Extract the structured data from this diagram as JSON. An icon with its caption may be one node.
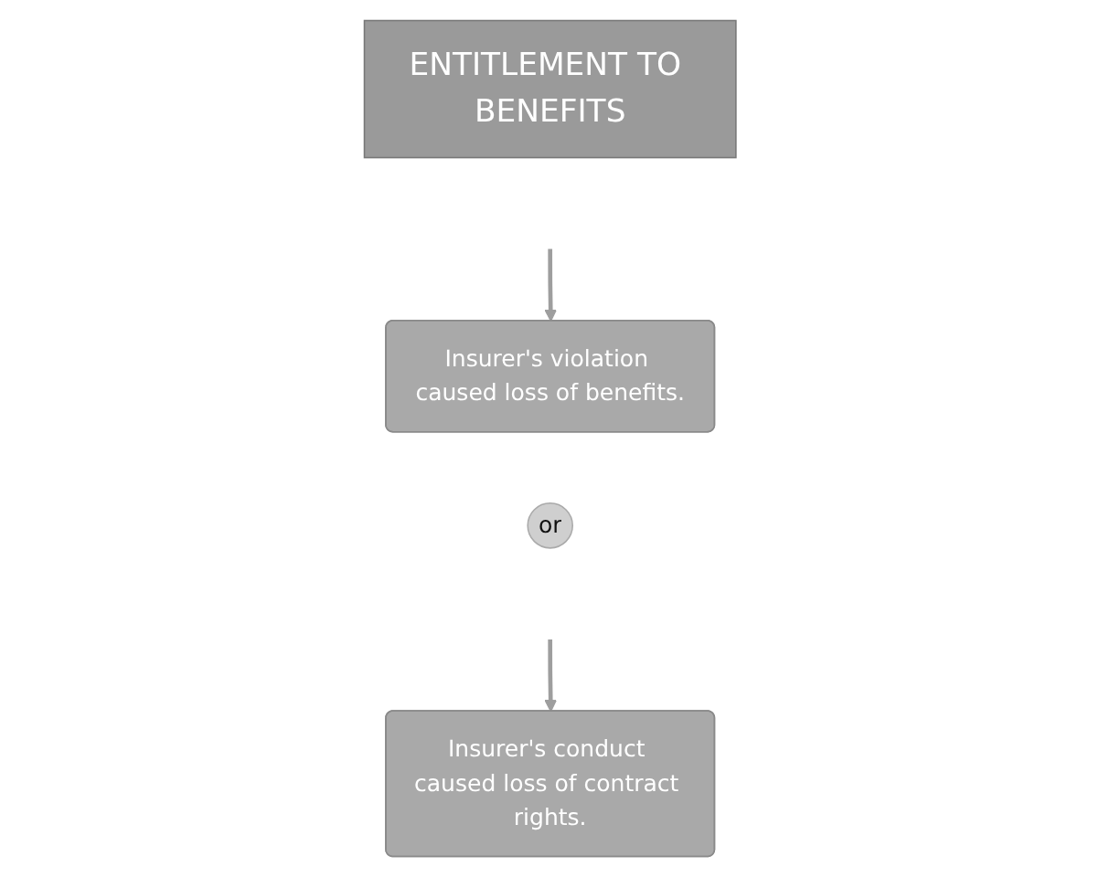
{
  "diagram": {
    "nodes": [
      {
        "text": [
          "ENTITLEMENT TO BENEFITS"
        ]
      },
      {
        "text": [
          "Insurer's violation caused loss of benefits."
        ]
      },
      {
        "text": [
          "or"
        ]
      },
      {
        "text": [
          "Insurer's conduct caused loss of contract rights."
        ]
      }
    ],
    "edges": [
      {
        "from": null,
        "to": 1,
        "arrow": "to"
      },
      {
        "from": null,
        "to": 3,
        "arrow": "to"
      }
    ]
  }
}
